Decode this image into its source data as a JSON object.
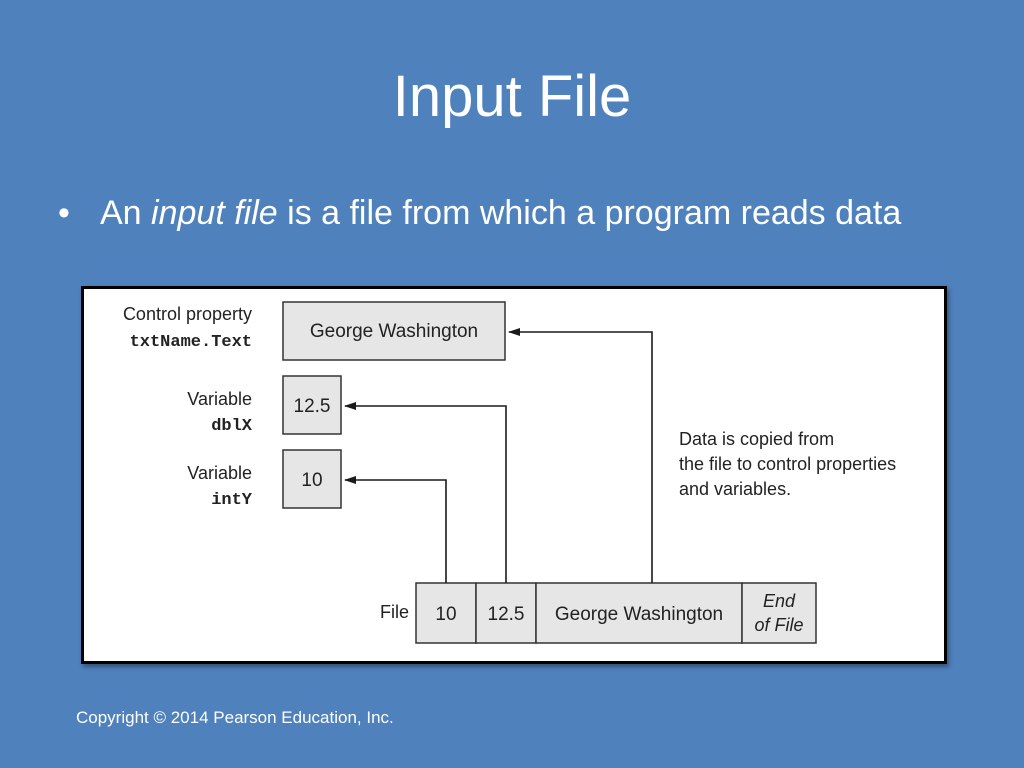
{
  "slide": {
    "title": "Input File",
    "bullet": {
      "prefix": "An ",
      "emphasis": "input file",
      "suffix": " is a file from which a program reads data"
    },
    "footer": "Copyright © 2014 Pearson Education, Inc."
  },
  "diagram": {
    "targets": [
      {
        "label_line1": "Control property",
        "label_line2": "txtName.Text",
        "value": "George Washington"
      },
      {
        "label_line1": "Variable",
        "label_line2": "dblX",
        "value": "12.5"
      },
      {
        "label_line1": "Variable",
        "label_line2": "intY",
        "value": "10"
      }
    ],
    "note_lines": [
      "Data is copied from",
      "the file to control properties",
      "and variables."
    ],
    "file": {
      "label": "File",
      "cells": [
        "10",
        "12.5",
        "George Washington"
      ],
      "end_line1": "End",
      "end_line2": "of File"
    }
  }
}
